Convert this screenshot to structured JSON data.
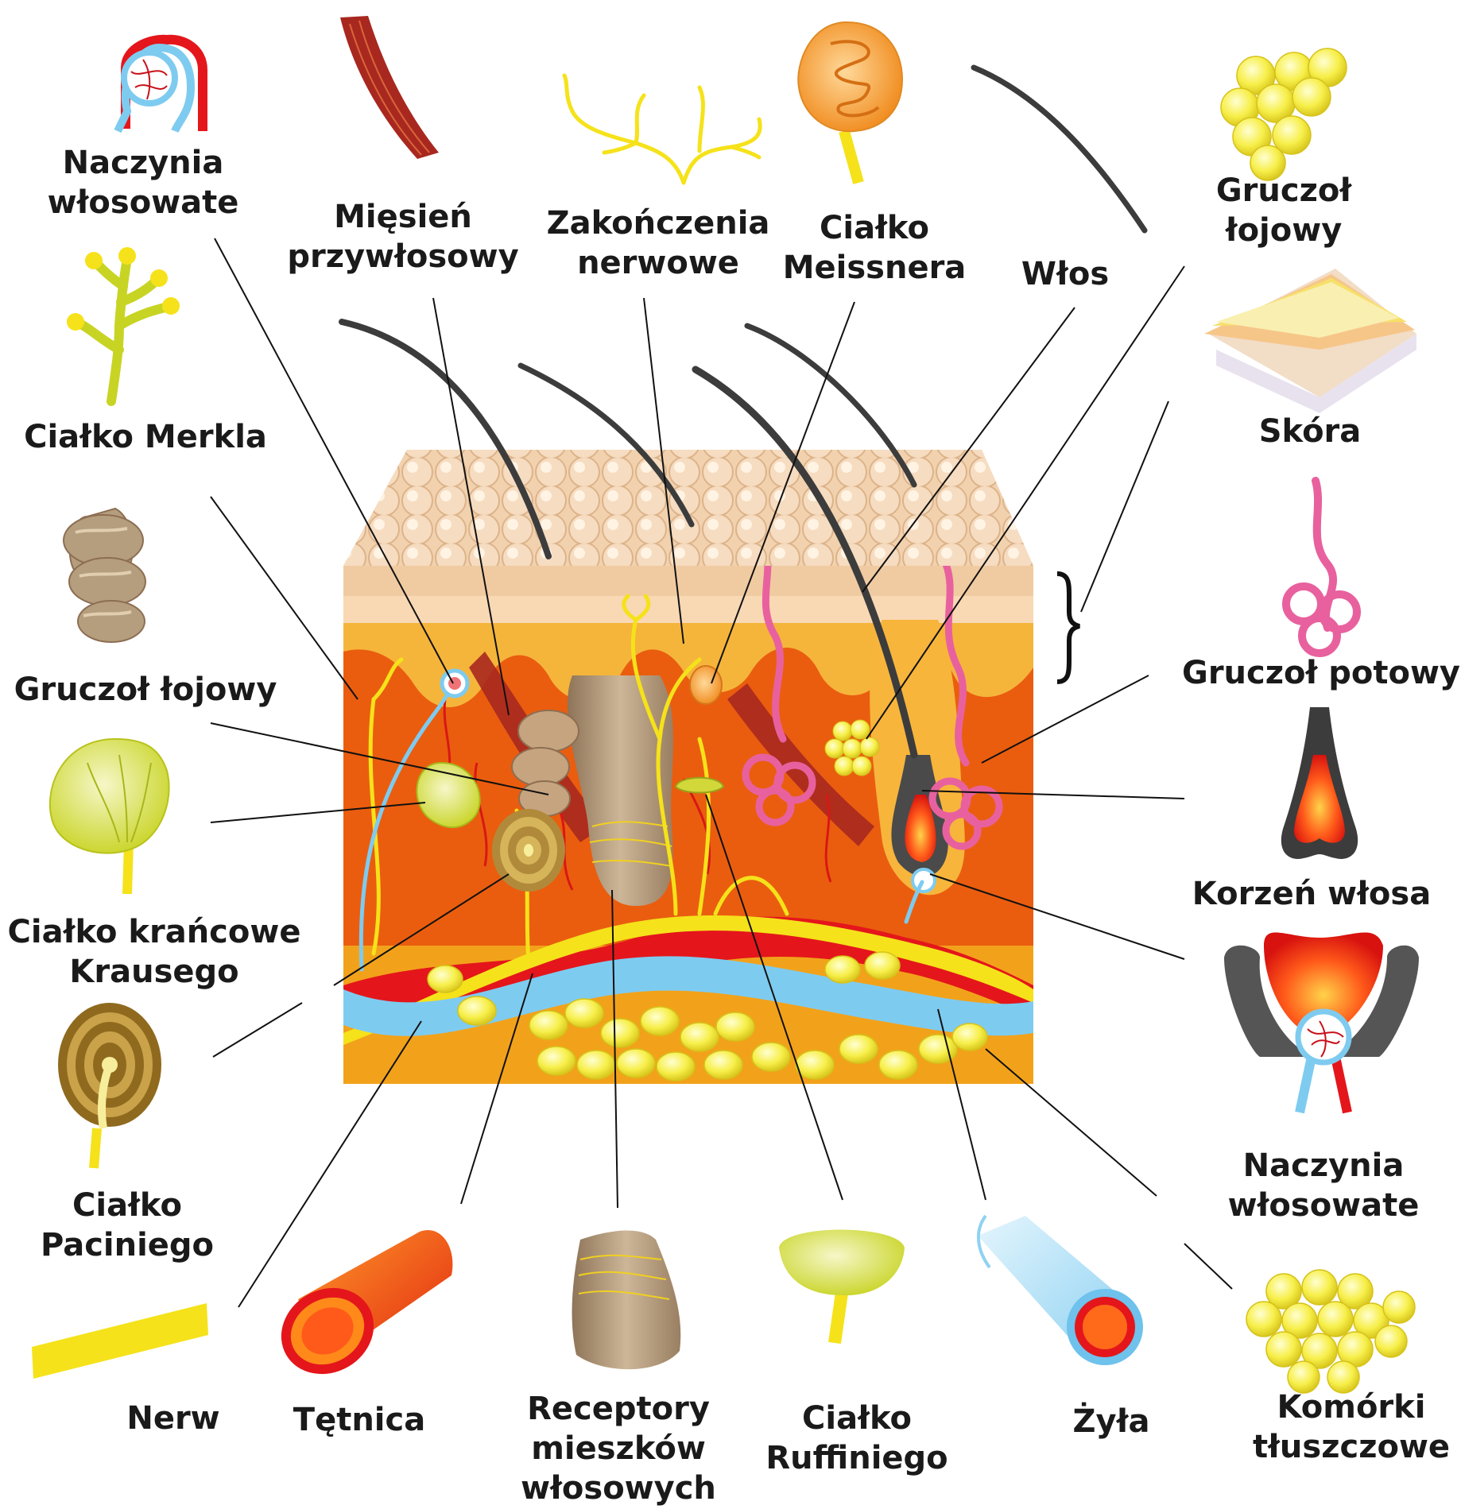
{
  "colors": {
    "fat": "#f4ea3c",
    "nerve": "#f5e21a",
    "artery": "#e4161b",
    "vein": "#7ecbf0",
    "dermis": "#ea6a10",
    "epidermis": "#f5b94a",
    "skin_top": "#f1cfa8",
    "muscle": "#a8281f",
    "sweat": "#e8619e",
    "hair": "#3c3c3c",
    "receptor": "#b59e7e",
    "meissner": "#f3a12c",
    "label": "#1a1a1a"
  },
  "labels": {
    "capillaries_top": [
      "Naczynia",
      "włosowate"
    ],
    "arrector_muscle": [
      "Mięsień",
      "przywłosowy"
    ],
    "nerve_endings": [
      "Zakończenia",
      "nerwowe"
    ],
    "meissner": [
      "Ciałko",
      "Meissnera"
    ],
    "hair": [
      "Włos"
    ],
    "sebaceous_right": [
      "Gruczoł",
      "łojowy"
    ],
    "merkel": [
      "Ciałko Merkla"
    ],
    "skin": [
      "Skóra"
    ],
    "sebaceous_left": [
      "Gruczoł łojowy"
    ],
    "sweat_gland": [
      "Gruczoł potowy"
    ],
    "krause": [
      "Ciałko krańcowe",
      "Krausego"
    ],
    "hair_root": [
      "Korzeń włosa"
    ],
    "pacini": [
      "Ciałko",
      "Paciniego"
    ],
    "capillaries_right": [
      "Naczynia",
      "włosowate"
    ],
    "nerve": [
      "Nerw"
    ],
    "artery": [
      "Tętnica"
    ],
    "follicle_receptors": [
      "Receptory",
      "mieszków",
      "włosowych"
    ],
    "ruffini": [
      "Ciałko",
      "Ruffiniego"
    ],
    "vein": [
      "Żyła"
    ],
    "fat_cells": [
      "Komórki",
      "tłuszczowe"
    ]
  },
  "icons": [
    "capillary-loop-icon",
    "arrector-muscle-icon",
    "nerve-endings-icon",
    "meissner-corpuscle-icon",
    "hair-strand-icon",
    "sebaceous-cluster-icon",
    "merkel-cell-icon",
    "skin-layers-icon",
    "sebaceous-gland-icon",
    "sweat-gland-icon",
    "krause-bulb-icon",
    "hair-root-icon",
    "pacinian-corpuscle-icon",
    "hair-bulb-capillary-icon",
    "nerve-fiber-icon",
    "artery-tube-icon",
    "follicle-receptor-icon",
    "ruffini-corpuscle-icon",
    "vein-tube-icon",
    "fat-cells-icon"
  ]
}
